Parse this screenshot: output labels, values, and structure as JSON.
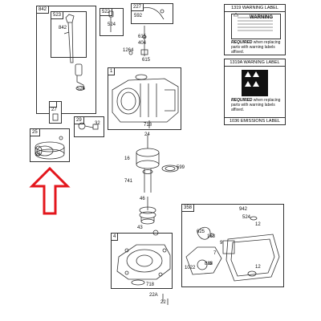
{
  "labels": {
    "l842": "842",
    "l523": "523",
    "l842b": "842",
    "l524a": "524",
    "l522": "522",
    "l524b": "524",
    "l227": "227",
    "l592": "592",
    "l615": "615",
    "l404": "404",
    "l1264": "1264",
    "l615b": "615",
    "l1": "1",
    "l718a": "718",
    "l24": "24",
    "l16": "16",
    "l599": "599",
    "l741": "741",
    "l46": "46",
    "l43": "43",
    "l4": "4",
    "l718b": "718",
    "l25": "25",
    "l27": "27",
    "l26": "26",
    "l29": "29",
    "l32": "32",
    "l22a": "22A",
    "l22": "22",
    "l358": "358",
    "l942": "942",
    "l524c": "524",
    "l12": "12",
    "l625": "625",
    "l163": "163",
    "l9": "9",
    "l7": "7",
    "l888": "888",
    "l1022": "1022",
    "l12b": "12"
  },
  "panel1319": {
    "title": "1319 WARNING LABEL",
    "warning": "WARNING",
    "req_bold": "REQUIRED",
    "req_text": "when replacing parts with warning labels affixed."
  },
  "panel1319a": {
    "title": "1319A WARNING LABEL",
    "req_bold": "REQUIRED",
    "req_text": "when replacing parts with warning labels affixed."
  },
  "panel1036": {
    "title": "1036 EMISSIONS LABEL"
  },
  "colors": {
    "arrow": "#e3161c",
    "line": "#333333"
  }
}
